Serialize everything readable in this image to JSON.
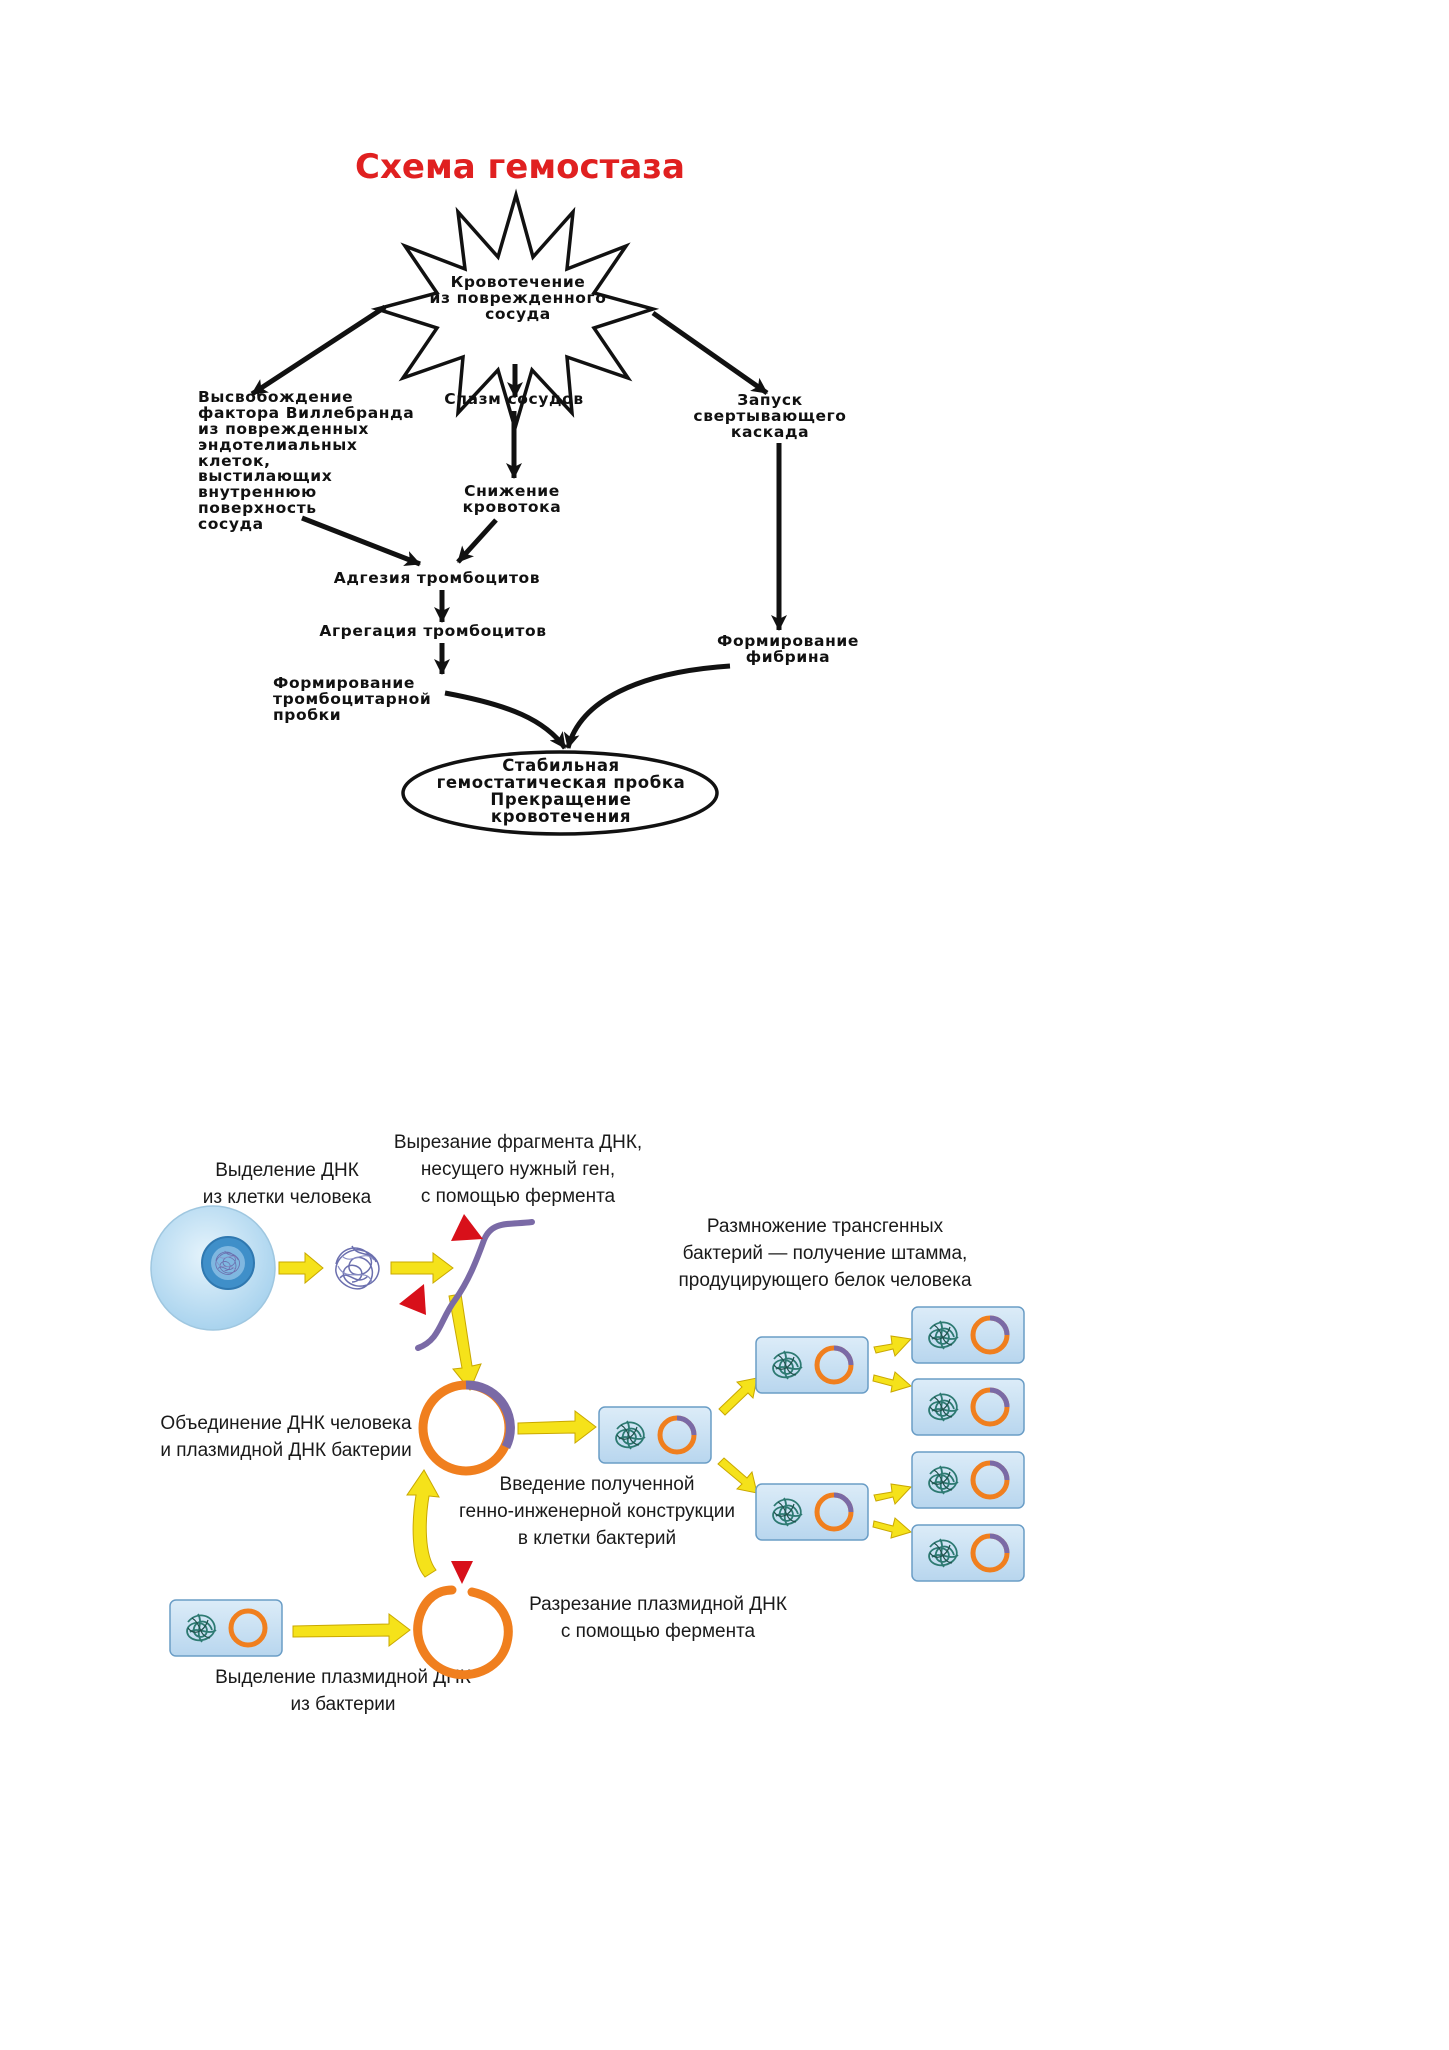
{
  "hemostasis": {
    "title": "Схема гемостаза",
    "bleeding": [
      "Кровотечение",
      "из поврежденного",
      "сосуда"
    ],
    "willebrand": [
      "Высвобождение",
      "фактора Виллебранда",
      "из поврежденных",
      "эндотелиальных",
      "клеток,",
      "выстилающих",
      "внутреннюю",
      "поверхность",
      "сосуда"
    ],
    "spasm": [
      "Спазм сосудов"
    ],
    "cascade": [
      "Запуск",
      "свертывающего",
      "каскада"
    ],
    "flow_reduction": [
      "Снижение",
      "кровотока"
    ],
    "adhesion": [
      "Адгезия тромбоцитов"
    ],
    "aggregation": [
      "Агрегация тромбоцитов"
    ],
    "platelet_plug": [
      "Формирование",
      "тромбоцитарной",
      "пробки"
    ],
    "fibrin": [
      "Формирование",
      "фибрина"
    ],
    "stable_plug": [
      "Стабильная",
      "гемостатическая пробка",
      "Прекращение",
      "кровотечения"
    ]
  },
  "genetic": {
    "dna_extraction": [
      "Выделение ДНК",
      "из клетки человека"
    ],
    "cutting_fragment": [
      "Вырезание фрагмента ДНК,",
      "несущего нужный ген,",
      "с помощью фермента"
    ],
    "reproduction": [
      "Размножение трансгенных",
      "бактерий — получение штамма,",
      "продуцирующего белок человека"
    ],
    "joining": [
      "Объединение ДНК человека",
      "и плазмидной ДНК бактерии"
    ],
    "introduction": [
      "Введение полученной",
      "генно-инженерной конструкции",
      "в клетки бактерий"
    ],
    "cutting_plasmid": [
      "Разрезание плазмидной ДНК",
      "с помощью фермента"
    ],
    "plasmid_extraction": [
      "Выделение плазмидной ДНК",
      "из бактерии"
    ]
  },
  "colors": {
    "title_red": "#e02020",
    "arrow_yellow": "#f5e21a",
    "plasmid_orange": "#f07f1e",
    "human_dna_purple": "#7a6aa6",
    "enzyme_red": "#d8101a",
    "bacterium_fill": "#cde3f3",
    "cell_blue": "#bfe0f3",
    "nucleus_blue": "#3f8fc9"
  }
}
